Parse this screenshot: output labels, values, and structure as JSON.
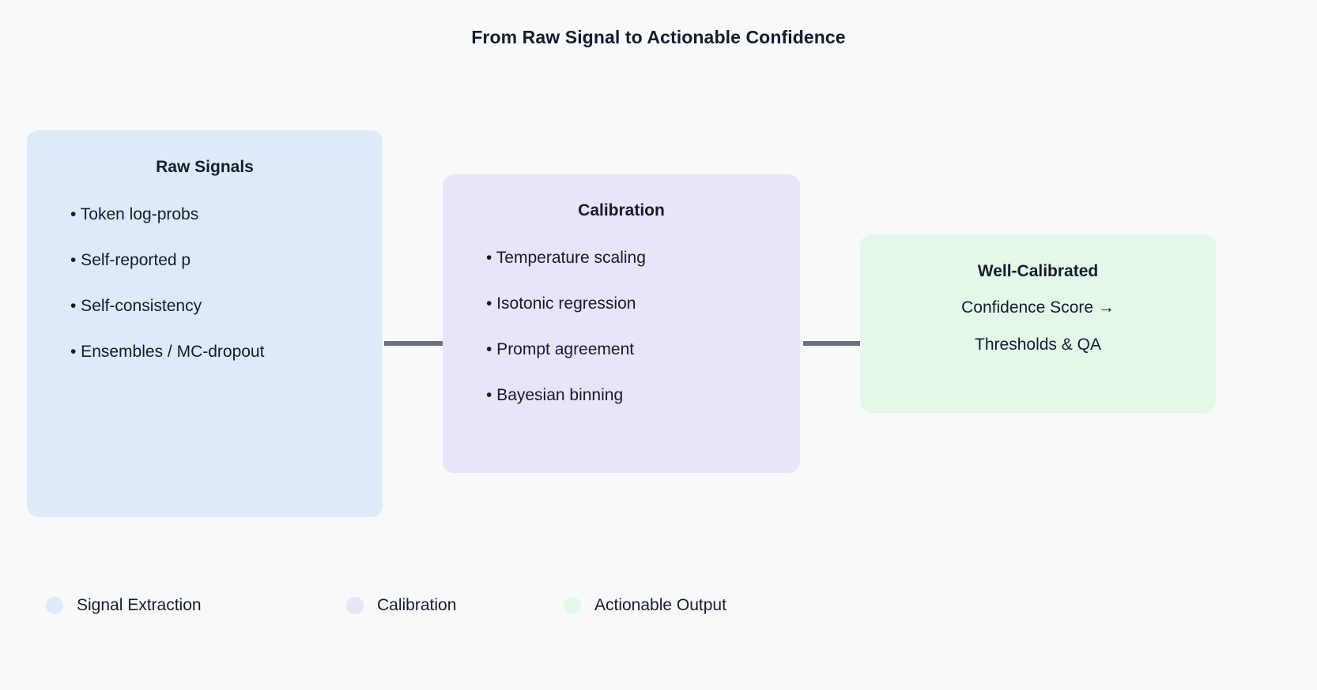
{
  "title": "From Raw Signal to Actionable Confidence",
  "background_color": "#f8f9fb",
  "arrow_color": "#6b7280",
  "text_color": "#121c2e",
  "nodes": [
    {
      "id": "raw-signals",
      "title": "Raw Signals",
      "color": "#ddebf9",
      "items": [
        "• Token log-probs",
        "• Self-reported p",
        "• Self-consistency",
        "• Ensembles / MC-dropout"
      ]
    },
    {
      "id": "calibration",
      "title": "Calibration",
      "color": "#e8e4f9",
      "items": [
        "• Temperature scaling",
        "• Isotonic regression",
        "• Prompt agreement",
        "• Bayesian binning"
      ]
    },
    {
      "id": "output",
      "color": "#e3f8e9",
      "lines": [
        "Well-Calibrated",
        "Confidence Score →",
        "Thresholds & QA"
      ]
    }
  ],
  "arrows": [
    {
      "id": "arrow-1",
      "from": "raw-signals",
      "to": "calibration"
    },
    {
      "id": "arrow-2",
      "from": "calibration",
      "to": "output"
    }
  ],
  "legend": {
    "items": [
      {
        "label": "Signal Extraction",
        "color": "#ddebf9"
      },
      {
        "label": "Calibration",
        "color": "#e8e4f9"
      },
      {
        "label": "Actionable Output",
        "color": "#e3f8e9"
      }
    ]
  }
}
